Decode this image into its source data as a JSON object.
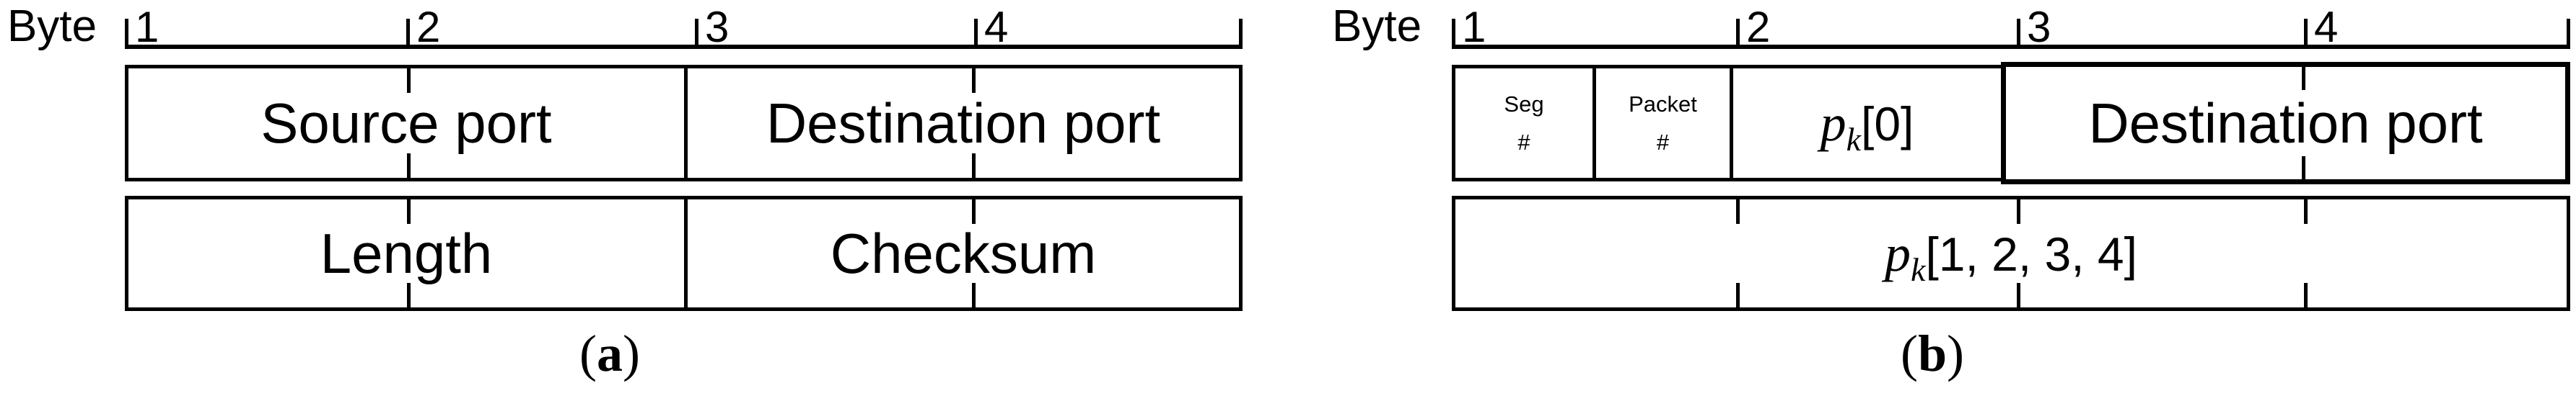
{
  "colors": {
    "ink": "#000000",
    "background": "#ffffff"
  },
  "panel_a": {
    "byte_label": "Byte",
    "ruler_labels": [
      "1",
      "2",
      "3",
      "4"
    ],
    "row1": {
      "cells": [
        "Source port",
        "Destination port"
      ]
    },
    "row2": {
      "cells": [
        "Length",
        "Checksum"
      ]
    },
    "caption": {
      "open": "(",
      "letter": "a",
      "close": ")"
    }
  },
  "panel_b": {
    "byte_label": "Byte",
    "ruler_labels": [
      "1",
      "2",
      "3",
      "4"
    ],
    "row1": {
      "seg_cell": {
        "line1": "Seg",
        "line2": "#"
      },
      "packet_cell": {
        "line1": "Packet",
        "line2": "#"
      },
      "payload_cell": {
        "variable": "p",
        "subscript": "k",
        "index": "[0]"
      },
      "dest_cell": "Destination port"
    },
    "row2": {
      "variable": "p",
      "subscript": "k",
      "index": "[1, 2, 3, 4]"
    },
    "caption": {
      "open": "(",
      "letter": "b",
      "close": ")"
    }
  }
}
